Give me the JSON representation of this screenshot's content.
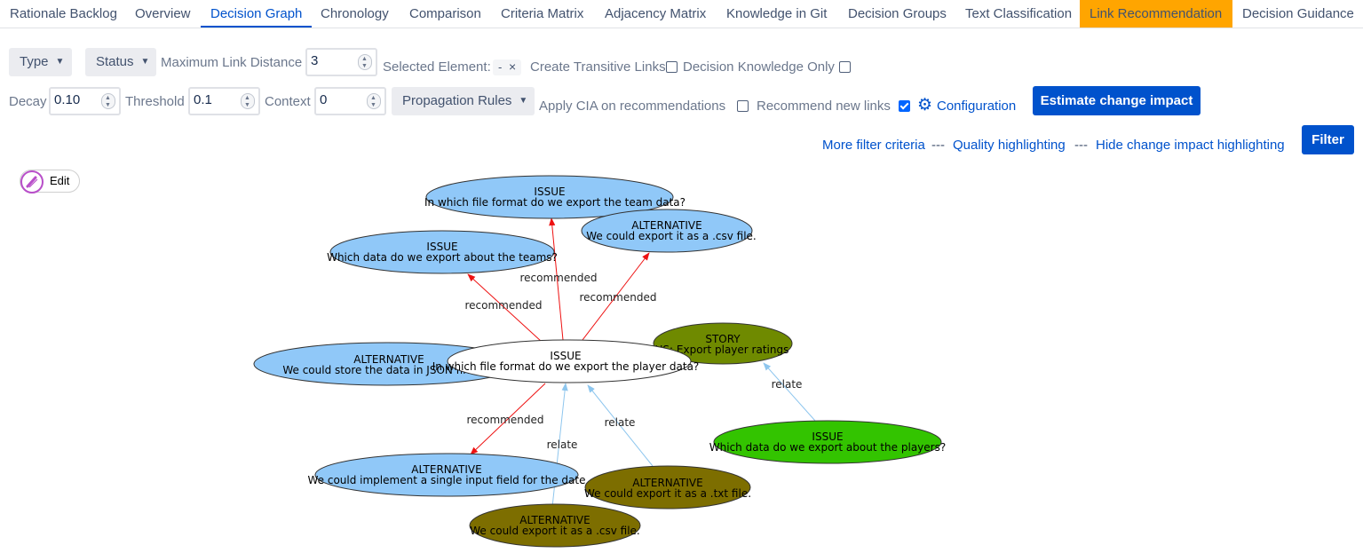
{
  "tabs": [
    {
      "label": "Rationale Backlog"
    },
    {
      "label": "Overview"
    },
    {
      "label": "Decision Graph"
    },
    {
      "label": "Chronology"
    },
    {
      "label": "Comparison"
    },
    {
      "label": "Criteria Matrix"
    },
    {
      "label": "Adjacency Matrix"
    },
    {
      "label": "Knowledge in Git"
    },
    {
      "label": "Decision Groups"
    },
    {
      "label": "Text Classification"
    },
    {
      "label": "Link Recommendation"
    },
    {
      "label": "Decision Guidance"
    }
  ],
  "filters": {
    "type_label": "Type",
    "status_label": "Status",
    "max_link_distance_label": "Maximum Link Distance",
    "max_link_distance_value": "3",
    "selected_element_label": "Selected Element:",
    "selected_element_value": "-",
    "selected_element_clear": "×",
    "transitive_links_label": "Create Transitive Links",
    "decision_knowledge_only_label": "Decision Knowledge Only",
    "decay_label": "Decay",
    "decay_value": "0.10",
    "threshold_label": "Threshold",
    "threshold_value": "0.1",
    "context_label": "Context",
    "context_value": "0",
    "propagation_rules_label": "Propagation Rules",
    "apply_cia_label": "Apply CIA on recommendations",
    "recommend_new_links_label": "Recommend new links",
    "configuration_label": "Configuration",
    "estimate_button": "Estimate change impact",
    "more_filter_criteria": "More filter criteria",
    "separator": "---",
    "quality_highlighting": "Quality highlighting",
    "hide_change_impact": "Hide change impact highlighting",
    "filter_button": "Filter"
  },
  "graph": {
    "edit_label": "Edit",
    "edge_labels": {
      "recommended": "recommended",
      "relate": "relate"
    },
    "nodes": {
      "center": {
        "type": "ISSUE",
        "text": "In which file format do we export the player data?"
      },
      "team_format": {
        "type": "ISSUE",
        "text": "In which file format do we export the team data?"
      },
      "csv_top": {
        "type": "ALTERNATIVE",
        "text": "We could export it as a .csv file."
      },
      "team_data": {
        "type": "ISSUE",
        "text": "Which data do we export about the teams?"
      },
      "json": {
        "type": "ALTERNATIVE",
        "text": "We could store the data in JSON files (in"
      },
      "story": {
        "type": "STORY",
        "text": "US: Export player ratings"
      },
      "players": {
        "type": "ISSUE",
        "text": "Which data do we export about the players?"
      },
      "single": {
        "type": "ALTERNATIVE",
        "text": "We could implement a single input field for the date"
      },
      "txt": {
        "type": "ALTERNATIVE",
        "text": "We could export it as a .txt file."
      },
      "csv_bottom": {
        "type": "ALTERNATIVE",
        "text": "We could export it as a .csv file."
      }
    },
    "colors": {
      "issue_blue": "#90c8f8",
      "alternative_olive": "#7d6e00",
      "story_olive": "#6f8a00",
      "issue_green": "#33c400",
      "center_white": "#ffffff",
      "recommended_edge": "#ee1111",
      "relate_edge": "#8ec6ee"
    }
  }
}
